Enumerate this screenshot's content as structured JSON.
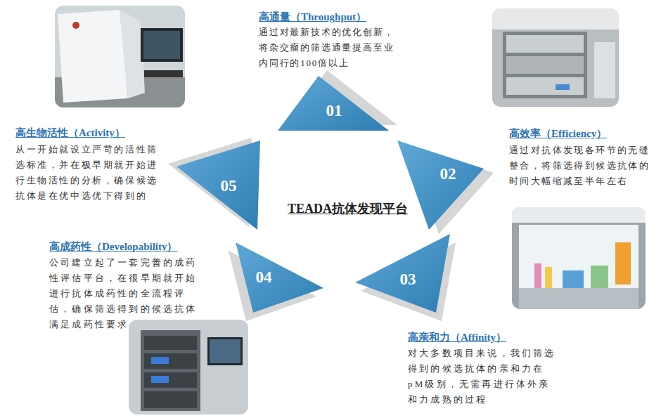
{
  "diagram": {
    "title": "TEADA抗体发现平台",
    "nodes": [
      {
        "text": [
          "01"
        ]
      },
      {
        "text": [
          "02"
        ]
      },
      {
        "text": [
          "03"
        ]
      },
      {
        "text": [
          "04"
        ]
      },
      {
        "text": [
          "05"
        ]
      }
    ],
    "labels": [
      "高通量（Throughput）",
      "通过对最新技术的优化创新，将杂交瘤的筛选通量提高至业内同行的100倍以上",
      "高效率（Efficiency）",
      "通过对抗体发现各环节的无缝整合，将筛选得到候选抗体的时间大幅缩减至半年左右",
      "高亲和力（Affinity）",
      "对大多数项目来说，我们筛选得到的候选抗体的亲和力在pM级别，无需再进行体外亲和力成熟的过程",
      "高成药性（Developability）",
      "公司建立起了一套完善的成药性评估平台，在很早期就开始进行抗体成药性的全流程评估，确保筛选得到的候选抗体满足成药性要求",
      "高生物活性（Activity）",
      "从一开始就设立严苛的活性筛选标准，并在极早期就开始进行生物活性的分析，确保候选抗体是在优中选优下得到的"
    ]
  }
}
